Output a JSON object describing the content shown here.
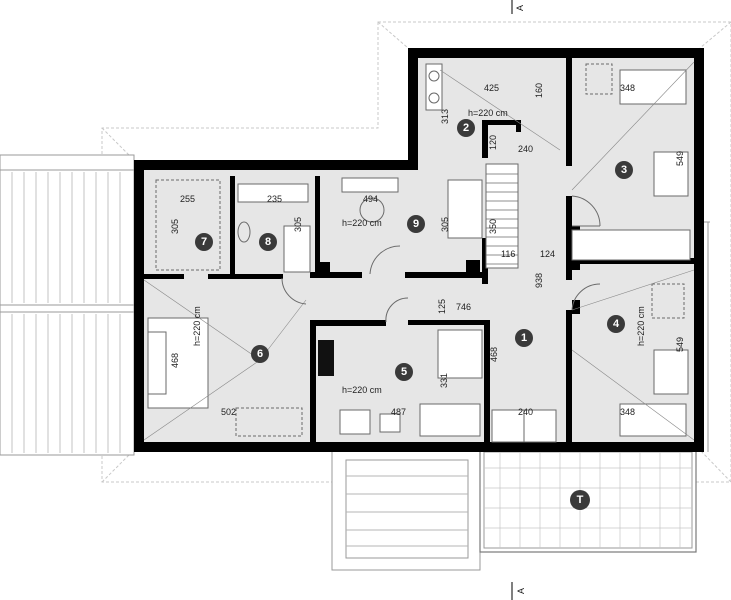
{
  "section_marker": "A",
  "rooms": [
    {
      "id": "1"
    },
    {
      "id": "2"
    },
    {
      "id": "3"
    },
    {
      "id": "4"
    },
    {
      "id": "5"
    },
    {
      "id": "6"
    },
    {
      "id": "7"
    },
    {
      "id": "8"
    },
    {
      "id": "9"
    },
    {
      "id": "T"
    }
  ],
  "heights": {
    "h2": "h=220 cm",
    "h4": "h=220 cm",
    "h5": "h=220 cm",
    "h6": "h=220 cm",
    "h9": "h=220 cm"
  },
  "dimensions": {
    "d425": "425",
    "d160": "160",
    "d348a": "348",
    "d313": "313",
    "d120": "120",
    "d240a": "240",
    "d549a": "549",
    "d255": "255",
    "d235": "235",
    "d494": "494",
    "d305a": "305",
    "d305b": "305",
    "d305c": "305",
    "d350": "350",
    "d116": "116",
    "d124": "124",
    "d938": "938",
    "d125": "125",
    "d746": "746",
    "d549b": "549",
    "d468a": "468",
    "d468b": "468",
    "d331": "331",
    "d502": "502",
    "d487": "487",
    "d240b": "240",
    "d348b": "348"
  },
  "colors": {
    "wall": "#000000",
    "floor": "#e6e6e6",
    "badge": "#3a3a3a",
    "roof_line": "#c9c9c9"
  }
}
